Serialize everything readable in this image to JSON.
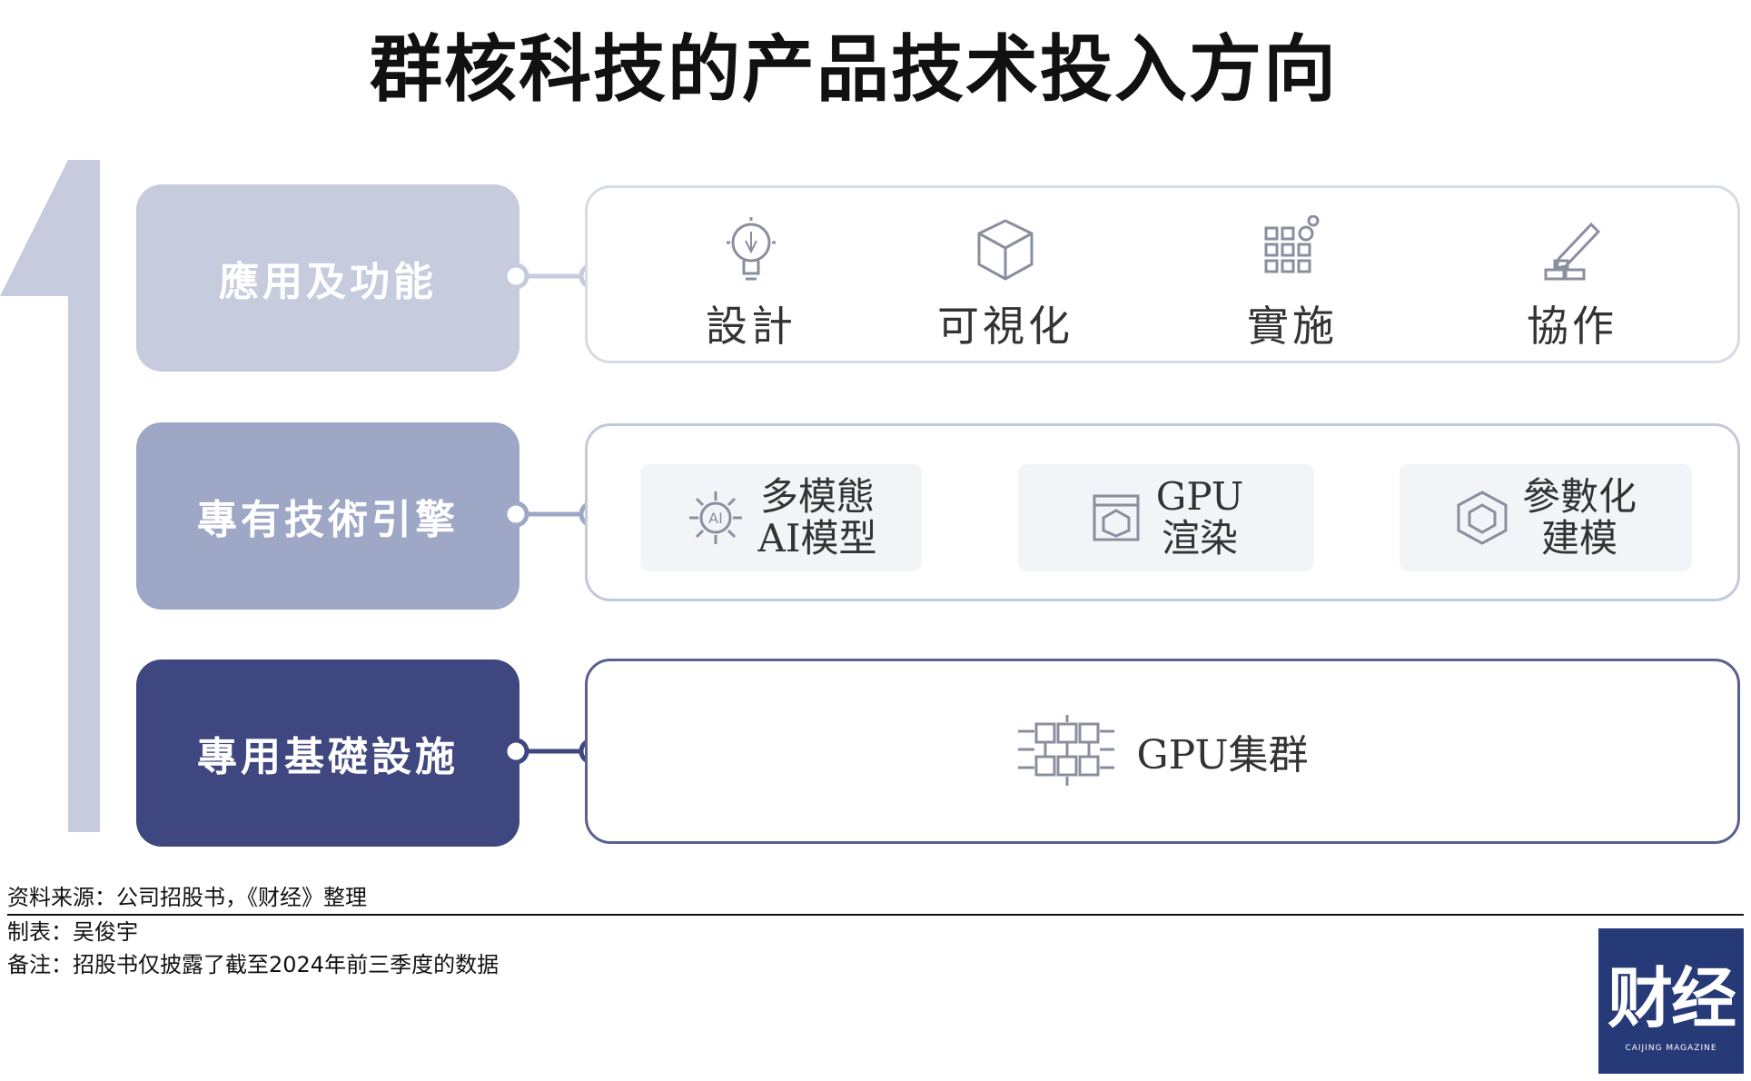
{
  "title": "群核科技的产品技术投入方向",
  "layers": [
    {
      "label": "應用及功能",
      "color": "#c6cbdd"
    },
    {
      "label": "專有技術引擎",
      "color": "#9ea7c6"
    },
    {
      "label": "專用基礎設施",
      "color": "#3f4780"
    }
  ],
  "applications": [
    {
      "label": "設計",
      "icon": "lightbulb-icon"
    },
    {
      "label": "可視化",
      "icon": "cube-icon"
    },
    {
      "label": "實施",
      "icon": "grid-blocks-icon"
    },
    {
      "label": "協作",
      "icon": "pencil-brick-icon"
    }
  ],
  "engines": [
    {
      "line1": "多模態",
      "line2": "AI模型",
      "icon": "ai-gear-icon"
    },
    {
      "line1": "GPU",
      "line2": "渲染",
      "icon": "render-window-icon"
    },
    {
      "line1": "參數化",
      "line2": "建模",
      "icon": "parametric-cube-icon"
    }
  ],
  "infrastructure": {
    "label": "GPU集群",
    "icon": "gpu-chip-icon"
  },
  "notes": {
    "source": "资料来源：公司招股书，《财经》整理",
    "maker": "制表：吴俊宇",
    "remark": "备注：招股书仅披露了截至2024年前三季度的数据"
  },
  "logo": {
    "text": "财经",
    "sub": "CAIJING MAGAZINE",
    "color": "#263a78"
  },
  "colors": {
    "arrow": "#c6cbdd",
    "panel_border_light": "#d7dbe6",
    "panel_border_dark": "#5a6190"
  }
}
